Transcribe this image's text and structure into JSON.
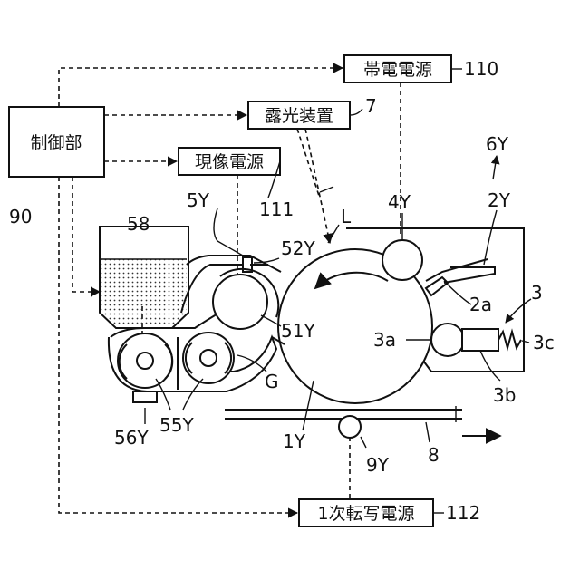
{
  "boxes": {
    "control": "制御部",
    "charging_psu": "帯電電源",
    "exposure": "露光装置",
    "developing_psu": "現像電源",
    "transfer_psu": "1次転写電源"
  },
  "labels": {
    "l90": "90",
    "l110": "110",
    "l7": "7",
    "l111": "111",
    "l112": "112",
    "l6Y": "6Y",
    "l4Y": "4Y",
    "l2Y": "2Y",
    "l3": "3",
    "l2a": "2a",
    "l3a": "3a",
    "l3b": "3b",
    "l3c": "3c",
    "l58": "58",
    "l5Y": "5Y",
    "l52Y": "52Y",
    "lL": "L",
    "l51Y": "51Y",
    "lG": "G",
    "l1Y": "1Y",
    "l56Y": "56Y",
    "l55Y": "55Y",
    "l9Y": "9Y",
    "l8": "8"
  },
  "colors": {
    "line": "#111111",
    "background": "#ffffff"
  }
}
